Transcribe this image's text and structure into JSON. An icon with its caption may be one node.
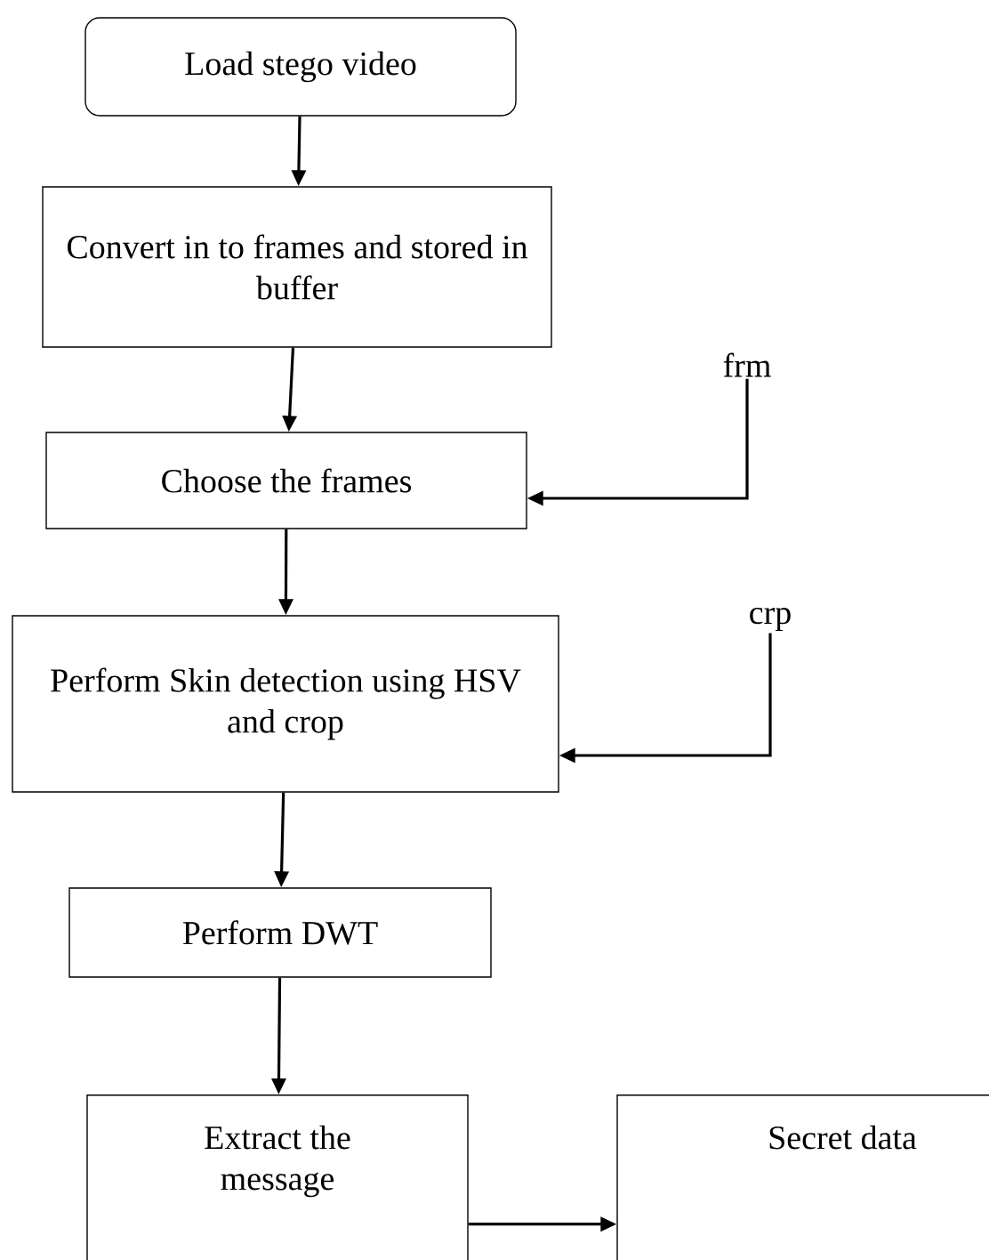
{
  "diagram": {
    "nodes": [
      {
        "text": [
          "Load stego video"
        ]
      },
      {
        "text": [
          "Convert in to frames and stored in buffer"
        ]
      },
      {
        "text": [
          "Choose the frames"
        ]
      },
      {
        "text": [
          "Perform Skin detection using HSV and crop"
        ]
      },
      {
        "text": [
          "Perform DWT"
        ]
      },
      {
        "text": [
          "Extract the message"
        ]
      },
      {
        "text": [
          "Secret data"
        ]
      },
      {
        "text": [
          "frm"
        ]
      },
      {
        "text": [
          "crp"
        ]
      }
    ],
    "edges": [
      {
        "from": 0,
        "to": 1,
        "arrow": "to"
      },
      {
        "from": 1,
        "to": 2,
        "arrow": "to"
      },
      {
        "from": 7,
        "to": 2,
        "arrow": "to"
      },
      {
        "from": 2,
        "to": 3,
        "arrow": "to"
      },
      {
        "from": 8,
        "to": 3,
        "arrow": "to"
      },
      {
        "from": 3,
        "to": 4,
        "arrow": "to"
      },
      {
        "from": 4,
        "to": 5,
        "arrow": "to"
      },
      {
        "from": 5,
        "to": 6,
        "arrow": "to"
      }
    ]
  }
}
